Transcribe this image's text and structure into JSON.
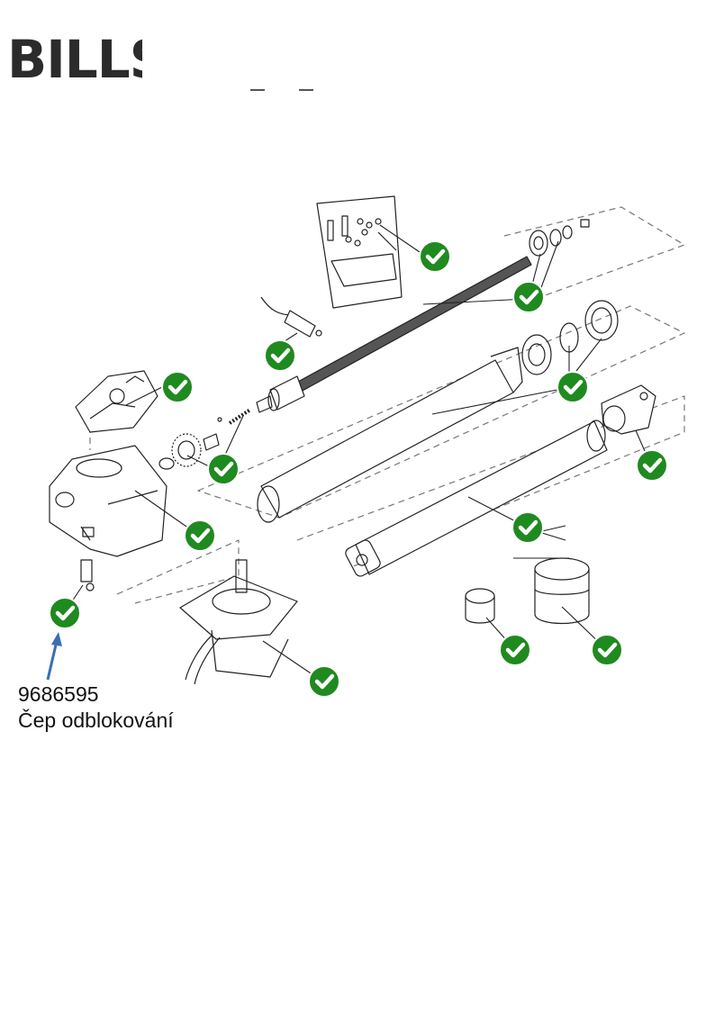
{
  "logo": {
    "text": "BILLS"
  },
  "callout": {
    "part_number": "9686595",
    "part_name": "Čep odblokování"
  },
  "colors": {
    "check_badge": "#1f8a1f",
    "arrow": "#3a6fb0",
    "line_art": "#222222",
    "dashed_frame": "#777777"
  },
  "icons": {
    "check": "check-badge-icon",
    "arrow": "arrow-up-icon"
  }
}
